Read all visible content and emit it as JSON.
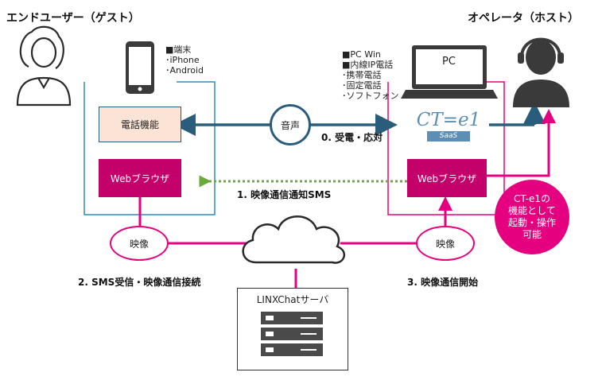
{
  "titles": {
    "end_user": "エンドユーザー（ゲスト）",
    "operator": "オペレータ（ホスト）"
  },
  "end_user_devices": [
    "■端末",
    "･iPhone",
    "･Android"
  ],
  "operator_devices": [
    "■PC Win",
    "■内線IP電話",
    "･携帯電話",
    "･固定電話",
    "･ソフトフォン"
  ],
  "pc_screen_label": "PC",
  "phone_function_label": "電話機能",
  "user_browser_label": "Webブラウザ",
  "operator_browser_label": "Webブラウザ",
  "voice_label": "音声",
  "ct_logo": {
    "main": "CT=e1",
    "sub": "SaaS"
  },
  "steps": {
    "step0": "0. 受電・応対",
    "step1": "1. 映像通信通知SMS",
    "step2": "2. SMS受信・映像通信接続",
    "step3": "3. 映像通信開始"
  },
  "video_left": "映像",
  "video_right": "映像",
  "server_label": "LINXChatサーバ",
  "ct_badge": [
    "CT-e1の",
    "機能として",
    "起動・操作",
    "可能"
  ],
  "colors": {
    "blue_line": "#2a5d7c",
    "magenta": "#e5007f",
    "green_dotted": "#6aaa3a",
    "browser_box": "#c4006b",
    "phone_box": "#fbe4d5",
    "box_blue_border": "#2e8bc0",
    "server_dark": "#4a4a4a"
  }
}
